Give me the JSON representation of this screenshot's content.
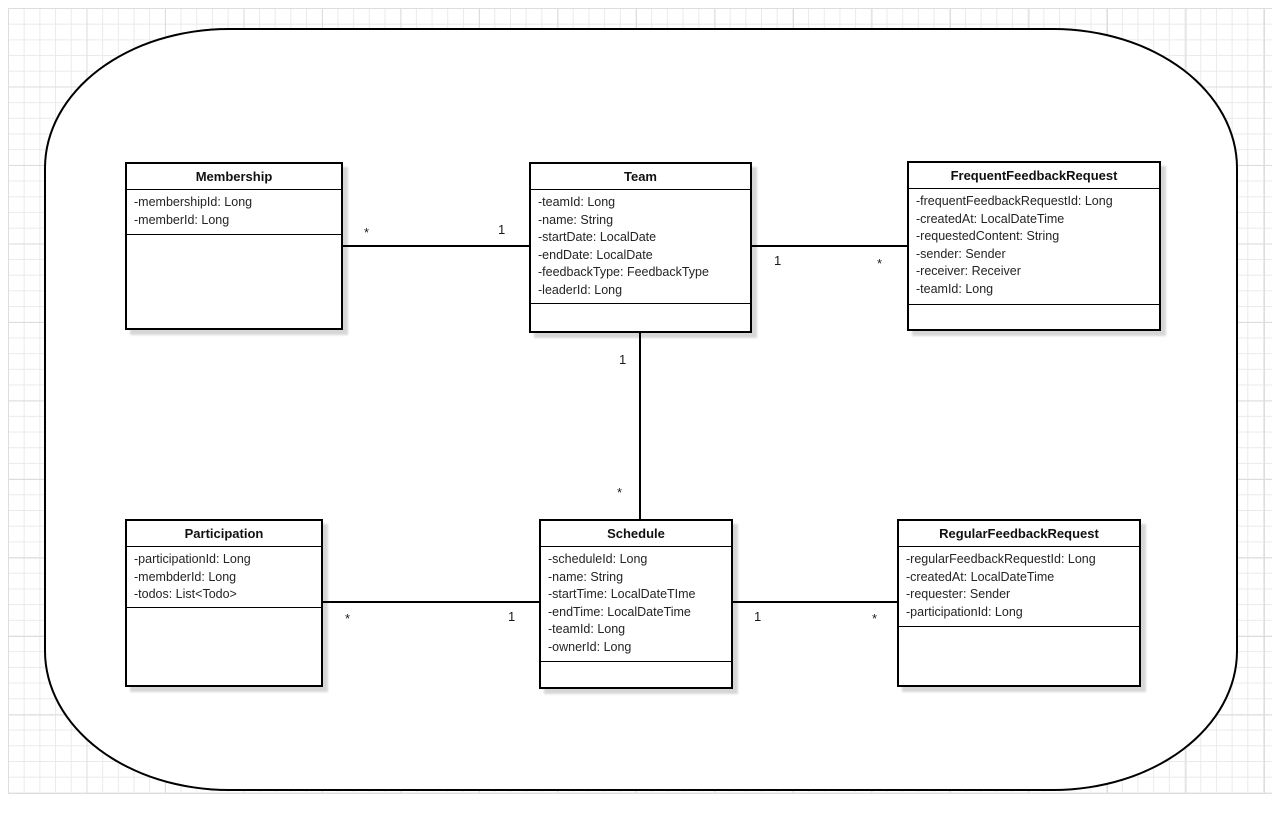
{
  "diagram": {
    "type": "uml-class-diagram",
    "colors": {
      "box_border": "#000000",
      "box_fill": "#ffffff",
      "text": "#242424",
      "grid_minor": "#eaeaea",
      "grid_major": "#dddddd",
      "canvas": "#ffffff",
      "shadow": "rgba(0,0,0,0.16)"
    }
  },
  "classes": [
    {
      "name": "Membership",
      "attributes": [
        "-membershipId: Long",
        "-memberId: Long"
      ]
    },
    {
      "name": "Team",
      "attributes": [
        "-teamId: Long",
        "-name: String",
        "-startDate: LocalDate",
        "-endDate: LocalDate",
        "-feedbackType: FeedbackType",
        "-leaderId: Long"
      ]
    },
    {
      "name": "FrequentFeedbackRequest",
      "attributes": [
        "-frequentFeedbackRequestId: Long",
        "-createdAt: LocalDateTime",
        "-requestedContent: String",
        "-sender: Sender",
        "-receiver: Receiver",
        "-teamId: Long"
      ]
    },
    {
      "name": "Participation",
      "attributes": [
        "-participationId: Long",
        "-membderId: Long",
        "-todos: List<Todo>"
      ]
    },
    {
      "name": "Schedule",
      "attributes": [
        "-scheduleId: Long",
        "-name: String",
        "-startTime: LocalDateTIme",
        "-endTime: LocalDateTime",
        "-teamId: Long",
        "-ownerId: Long"
      ]
    },
    {
      "name": "RegularFeedbackRequest",
      "attributes": [
        "-regularFeedbackRequestId: Long",
        "-createdAt: LocalDateTime",
        "-requester: Sender",
        "-participationId: Long"
      ]
    }
  ],
  "relationships": [
    {
      "from": "Membership",
      "to": "Team",
      "from_label": "*",
      "to_label": "1"
    },
    {
      "from": "Team",
      "to": "FrequentFeedbackRequest",
      "from_label": "1",
      "to_label": "*"
    },
    {
      "from": "Team",
      "to": "Schedule",
      "from_label": "1",
      "to_label": "*"
    },
    {
      "from": "Participation",
      "to": "Schedule",
      "from_label": "*",
      "to_label": "1"
    },
    {
      "from": "Schedule",
      "to": "RegularFeedbackRequest",
      "from_label": "1",
      "to_label": "*"
    }
  ]
}
